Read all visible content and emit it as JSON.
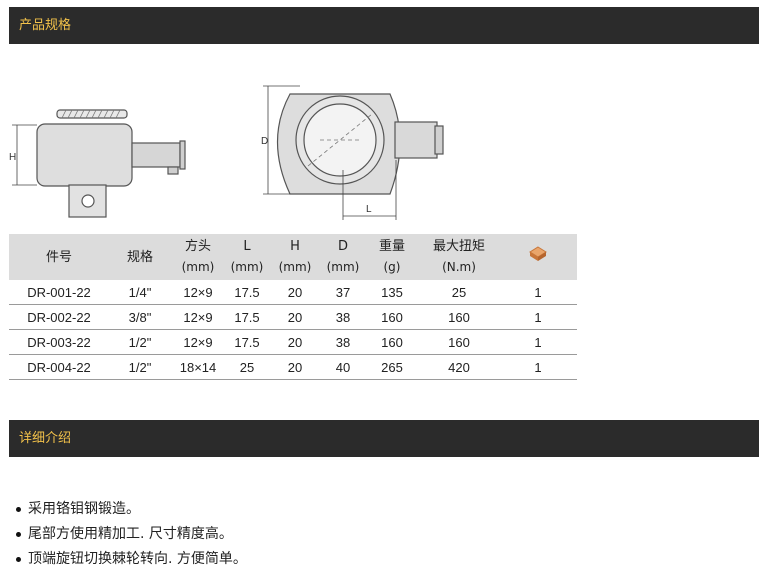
{
  "sections": {
    "spec_title": "产品规格",
    "detail_title": "详细介绍"
  },
  "drawing": {
    "dim_H": "H",
    "dim_D": "D",
    "dim_L": "L"
  },
  "table": {
    "headers": [
      {
        "label": "件号",
        "unit": ""
      },
      {
        "label": "规格",
        "unit": ""
      },
      {
        "label": "方头",
        "unit": "(mm)"
      },
      {
        "label": "L",
        "unit": "(mm)"
      },
      {
        "label": "H",
        "unit": "(mm)"
      },
      {
        "label": "D",
        "unit": "(mm)"
      },
      {
        "label": "重量",
        "unit": "(g)"
      },
      {
        "label": "最大扭矩",
        "unit": "(N.m)"
      }
    ],
    "rows": [
      [
        "DR-001-22",
        "1/4\"",
        "12×9",
        "17.5",
        "20",
        "37",
        "135",
        "25",
        "1"
      ],
      [
        "DR-002-22",
        "3/8\"",
        "12×9",
        "17.5",
        "20",
        "38",
        "160",
        "160",
        "1"
      ],
      [
        "DR-003-22",
        "1/2\"",
        "12×9",
        "17.5",
        "20",
        "38",
        "160",
        "160",
        "1"
      ],
      [
        "DR-004-22",
        "1/2\"",
        "18×14",
        "25",
        "20",
        "40",
        "265",
        "420",
        "1"
      ]
    ],
    "box_icon": "box-icon",
    "box_icon_color": "#c8763a"
  },
  "features": [
    "采用铬钼钢锻造。",
    "尾部方使用精加工. 尺寸精度高。",
    "顶端旋钮切换棘轮转向. 方便简单。"
  ]
}
